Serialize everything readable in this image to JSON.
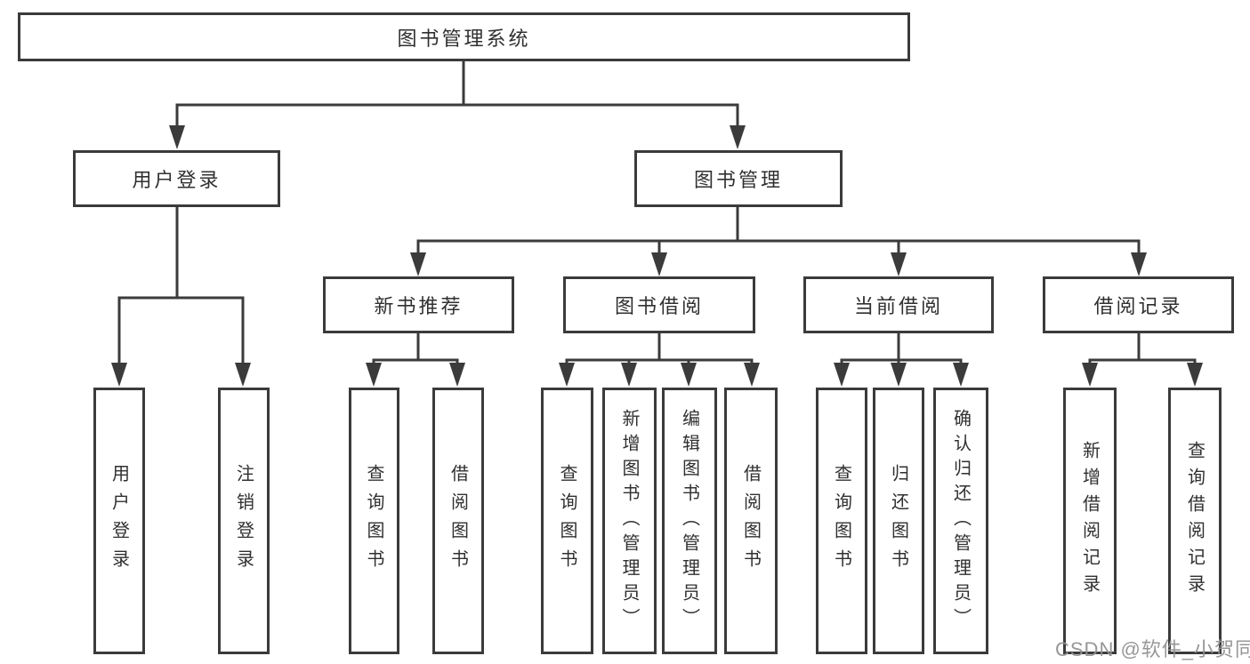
{
  "diagram": {
    "title": "图书管理系统",
    "tree": {
      "label": "图书管理系统",
      "children": [
        {
          "label": "用户登录",
          "children": [
            {
              "label": "用户登录"
            },
            {
              "label": "注销登录"
            }
          ]
        },
        {
          "label": "图书管理",
          "children": [
            {
              "label": "新书推荐",
              "children": [
                {
                  "label": "查询图书"
                },
                {
                  "label": "借阅图书"
                }
              ]
            },
            {
              "label": "图书借阅",
              "children": [
                {
                  "label": "查询图书"
                },
                {
                  "label": "新增图书（管理员）"
                },
                {
                  "label": "编辑图书（管理员）"
                },
                {
                  "label": "借阅图书"
                }
              ]
            },
            {
              "label": "当前借阅",
              "children": [
                {
                  "label": "查询图书"
                },
                {
                  "label": "归还图书"
                },
                {
                  "label": "确认归还（管理员）"
                }
              ]
            },
            {
              "label": "借阅记录",
              "children": [
                {
                  "label": "新增借阅记录"
                },
                {
                  "label": "查询借阅记录"
                }
              ]
            }
          ]
        }
      ]
    }
  },
  "watermark": {
    "text": "CSDN @软件_小贺同学"
  },
  "colors": {
    "line": "#3b3b3b",
    "text": "#303030",
    "box_background": "#ffffff",
    "page_background": "#ffffff",
    "watermark": "#919191"
  }
}
